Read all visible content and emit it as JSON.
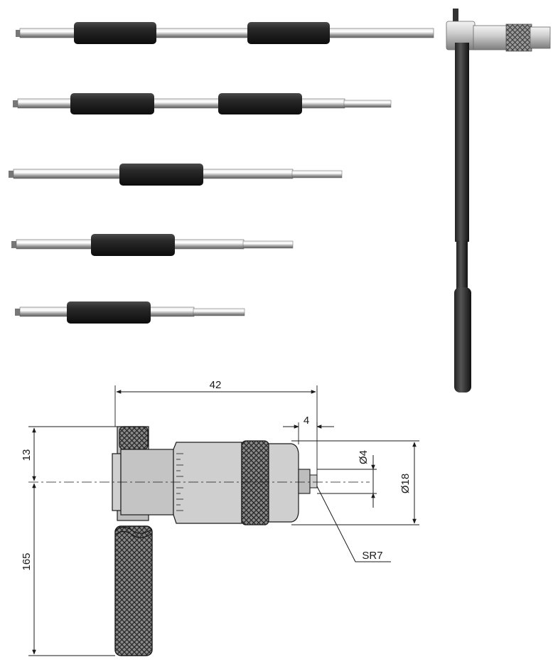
{
  "dimensions": {
    "overall_length": "42",
    "spindle_length": "4",
    "spindle_diameter": "Ø4",
    "head_diameter": "Ø18",
    "handle_offset": "13",
    "handle_length": "165",
    "tip_radius": "SR7"
  }
}
